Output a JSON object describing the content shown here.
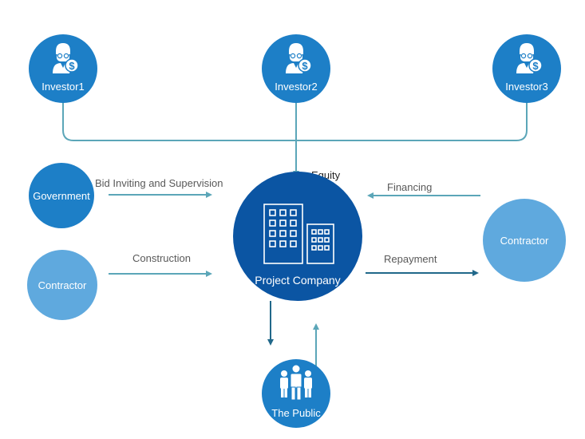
{
  "colors": {
    "dark_circle": "#1d7fc7",
    "light_circle": "#5fa9de",
    "center_circle": "#0b55a3",
    "line": "#5ba6b8",
    "arrow_dark": "#21688a",
    "icon_white": "#ffffff"
  },
  "investors": [
    {
      "label": "Investor1",
      "icon": "investor-icon"
    },
    {
      "label": "Investor2",
      "icon": "investor-icon"
    },
    {
      "label": "Investor3",
      "icon": "investor-icon"
    }
  ],
  "center": {
    "label": "Project Company",
    "icon": "buildings-icon"
  },
  "government": {
    "label": "Government"
  },
  "contractor_left": {
    "label": "Contractor"
  },
  "contractor_right": {
    "label": "Contractor"
  },
  "public": {
    "label": "The Public",
    "icon": "people-icon"
  },
  "edges": {
    "equity": "Equity",
    "bid": "Bid Inviting and Supervision",
    "construction": "Construction",
    "financing": "Financing",
    "repayment": "Repayment"
  }
}
